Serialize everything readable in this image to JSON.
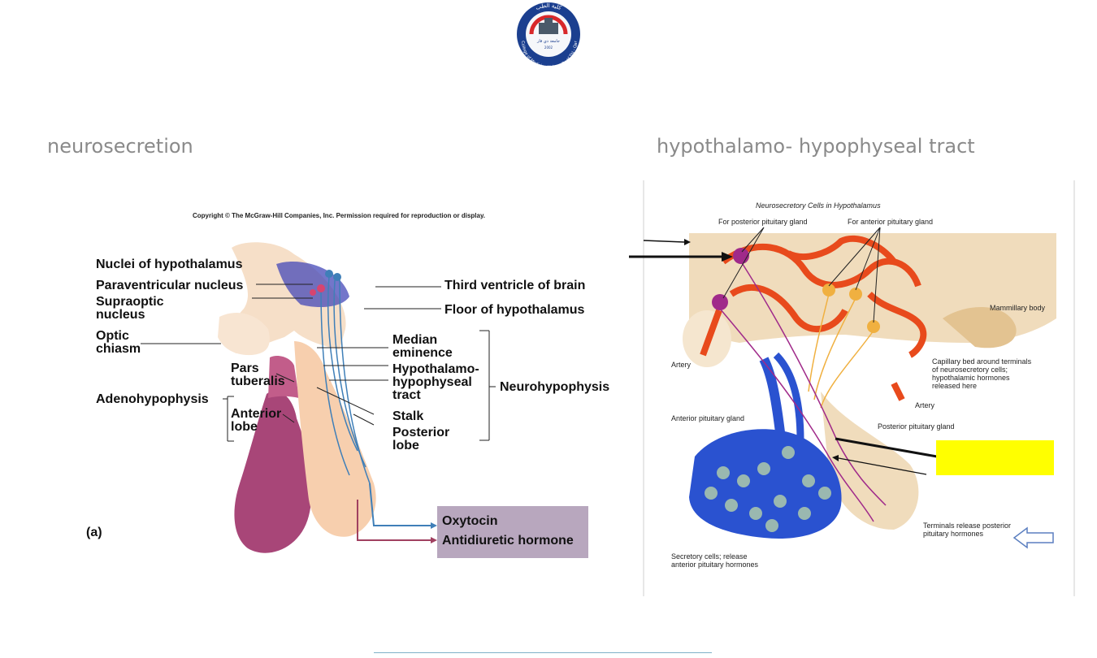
{
  "logo": {
    "arc_text_top": "كلية الطب",
    "center_text": "جامعة ذي قار",
    "year": "2002",
    "arc_text_side": "College of Medicine University of Thi - Qar"
  },
  "titles": {
    "left": "neurosecretion",
    "right": "hypothalamo-  hypophyseal tract"
  },
  "figure_a": {
    "copyright": "Copyright © The McGraw-Hill Companies, Inc. Permission required for reproduction or display.",
    "labels": {
      "nuclei": "Nuclei of hypothalamus",
      "paraventricular": "Paraventricular nucleus",
      "supraoptic_1": "Supraoptic",
      "supraoptic_2": "nucleus",
      "optic_1": "Optic",
      "optic_2": "chiasm",
      "adeno": "Adenohypophysis",
      "pars_1": "Pars",
      "pars_2": "tuberalis",
      "anterior_1": "Anterior",
      "anterior_2": "lobe",
      "third_ventricle": "Third ventricle of brain",
      "floor": "Floor of hypothalamus",
      "median_1": "Median",
      "median_2": "eminence",
      "tract_1": "Hypothalamo-",
      "tract_2": "hypophyseal",
      "tract_3": "tract",
      "stalk": "Stalk",
      "posterior_1": "Posterior",
      "posterior_2": "lobe",
      "neuro": "Neurohypophysis",
      "panel": "(a)",
      "oxytocin": "Oxytocin",
      "adh": "Antidiuretic hormone"
    }
  },
  "figure_b": {
    "labels": {
      "title": "Neurosecretory Cells in Hypothalamus",
      "for_posterior": "For posterior pituitary gland",
      "for_anterior": "For anterior pituitary gland",
      "mammillary": "Mammillary body",
      "cap_1": "Capillary bed around terminals",
      "cap_2": "of neurosecretory cells;",
      "cap_3": "hypothalamic hormones",
      "cap_4": "released here",
      "artery_left": "Artery",
      "artery_right": "Artery",
      "anterior_gland": "Anterior pituitary gland",
      "posterior_gland": "Posterior pituitary gland",
      "terminals_1": "Terminals release posterior",
      "terminals_2": "pituitary hormones",
      "secretory_1": "Secretory cells; release",
      "secretory_2": "anterior pituitary hormones"
    }
  },
  "colors": {
    "hormone_box": "#b8a7be",
    "highlight": "#ffff00",
    "arrow_blue": "#3f7fb8",
    "arrow_red": "#a04060",
    "title_gray": "#8a8a8a",
    "capillary_red": "#e84a1c",
    "vein_blue": "#2a52d0"
  }
}
